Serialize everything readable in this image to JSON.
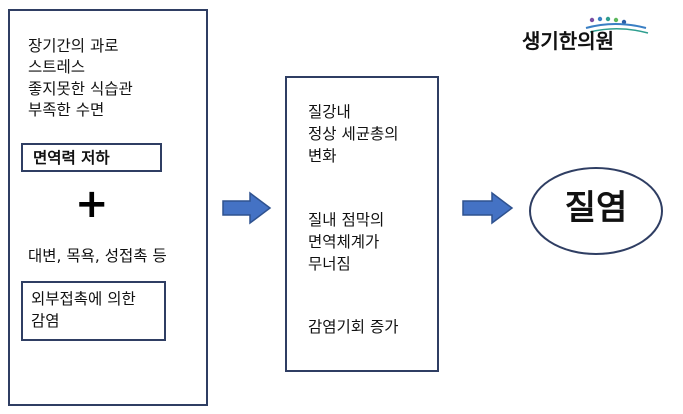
{
  "causes": {
    "lines": [
      "장기간의 과로",
      "스트레스",
      "좋지못한 식습관",
      "부족한 수면"
    ],
    "immunity_label": "면역력 저하",
    "plus": "+",
    "external_factors": "대변, 목욕, 성접촉 등",
    "contact_lines": [
      "외부접촉에 의한",
      "감염"
    ]
  },
  "mechanism": {
    "lines": [
      "질강내",
      "정상 세균총의",
      "변화",
      "질내 점막의",
      "면역체계가",
      "무너짐",
      "감염기회 증가"
    ]
  },
  "result": {
    "label": "질염"
  },
  "logo": {
    "text": "생기한의원",
    "dot_colors": [
      "#7b4fa3",
      "#3a7fc4",
      "#2e9e8f",
      "#5cb85c",
      "#2a5fa8"
    ]
  },
  "colors": {
    "box_border": "#2f3e63",
    "arrow_fill": "#4472c4",
    "arrow_stroke": "#2f528f",
    "ellipse_stroke": "#2f3e63"
  }
}
